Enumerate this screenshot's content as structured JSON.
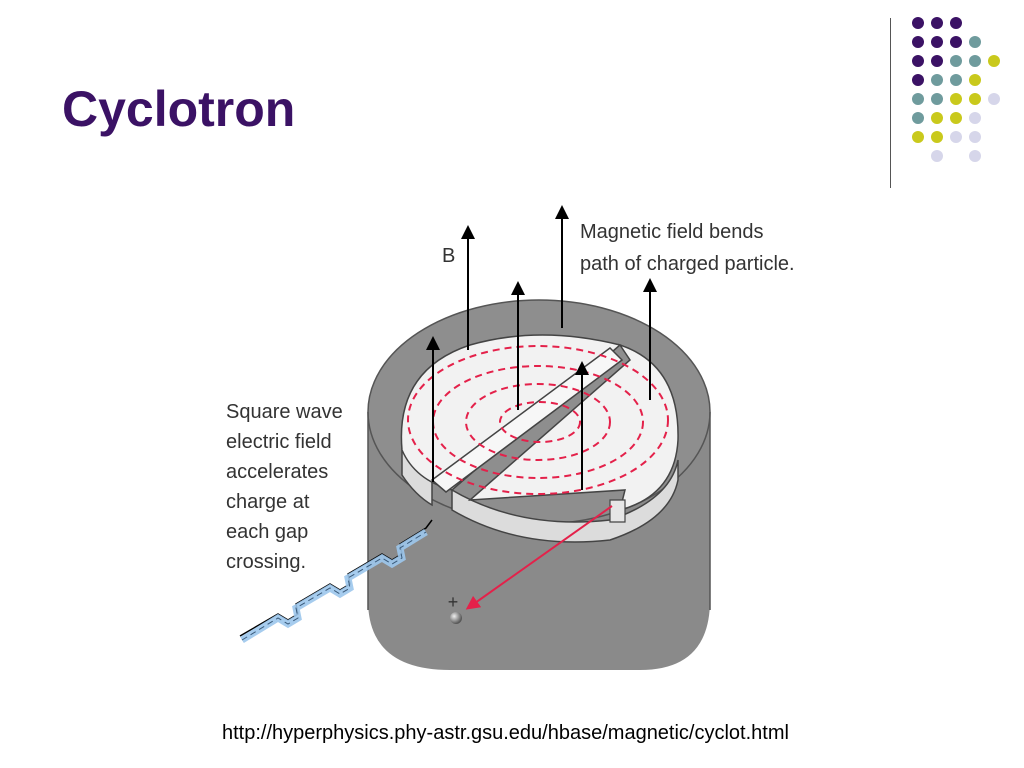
{
  "slide": {
    "title": "Cyclotron",
    "source_url": "http://hyperphysics.phy-astr.gsu.edu/hbase/magnetic/cyclot.html"
  },
  "diagram": {
    "b_label": "B",
    "magnetic_label_line1": "Magnetic field bends",
    "magnetic_label_line2": "path of charged particle.",
    "wave_label_lines": [
      "Square wave",
      "electric field",
      "accelerates",
      "charge at",
      "each gap",
      "crossing."
    ],
    "particle_label": "+"
  },
  "colors": {
    "title": "#3b1265",
    "dot_purple": "#3b1265",
    "dot_teal": "#6f9b9d",
    "dot_yellow": "#c9c91c",
    "dot_lavender": "#d6d6ea",
    "cylinder": "#8a8a8a",
    "dee": "#f2f2f2",
    "orbit": "#e4214a",
    "wave": "#9cc6ec"
  }
}
